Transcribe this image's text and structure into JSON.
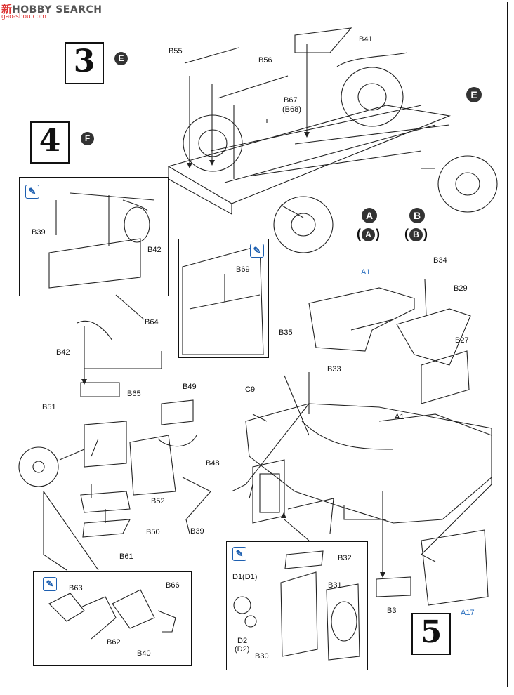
{
  "watermark": {
    "brand_cn": "新",
    "brand_en": "HOBBY SEARCH",
    "url": "gao-shou.com"
  },
  "steps": {
    "s3": "3",
    "s4": "4",
    "s5": "5"
  },
  "step_markers": {
    "s3": "E",
    "s4": "F"
  },
  "markers": {
    "E": "E",
    "A": "A",
    "B": "B",
    "A_paren": "A",
    "B_paren": "B"
  },
  "note_icon": "pencil-note-icon",
  "parts": {
    "B41": "B41",
    "B55": "B55",
    "B56": "B56",
    "B67": "B67",
    "B68": "(B68)",
    "B39a": "B39",
    "B42a": "B42",
    "B42b": "B42",
    "B64": "B64",
    "B65": "B65",
    "B69": "B69",
    "A1a": "A1",
    "B34": "B34",
    "B29": "B29",
    "B35": "B35",
    "B33": "B33",
    "B27": "B27",
    "C9": "C9",
    "A1b": "A1",
    "B49": "B49",
    "B51": "B51",
    "B48": "B48",
    "B52": "B52",
    "B50": "B50",
    "B39b": "B39",
    "B61": "B61",
    "A17": "A17",
    "B3": "B3",
    "B32": "B32",
    "B31": "B31",
    "D1": "D1(D1)",
    "D2": "D2",
    "D2p": "(D2)",
    "B30": "B30",
    "B63": "B63",
    "B66": "B66",
    "B62": "B62",
    "B40": "B40"
  }
}
